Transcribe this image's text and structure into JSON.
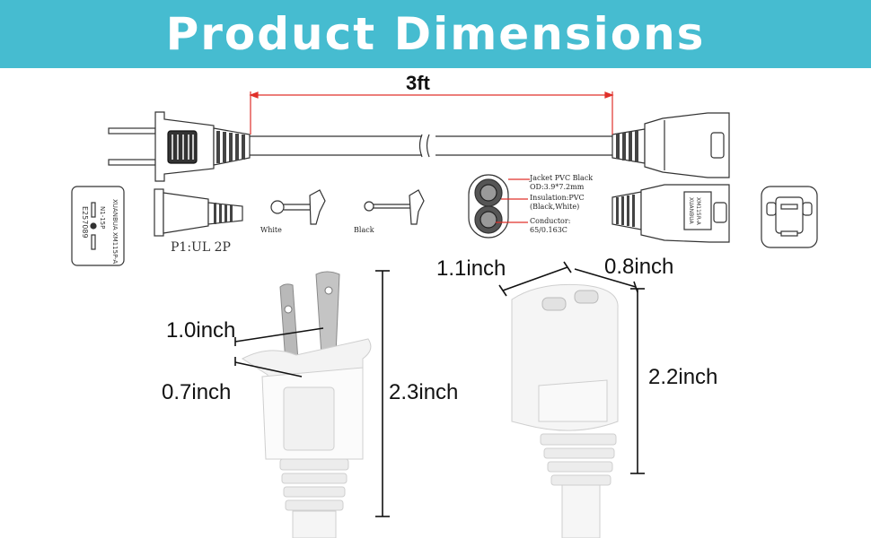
{
  "header": {
    "title": "Product Dimensions"
  },
  "cord_length": "3ft",
  "plug_type_label": "P1:UL 2P",
  "wire_labels": {
    "white": "White",
    "black": "Black"
  },
  "cable_spec": {
    "jacket": "Jacket PVC Black",
    "od": "OD:3.9*7.2mm",
    "insulation": "Insulation:PVC",
    "insulation_colors": "(Black,White)",
    "conductor": "Conductor:",
    "conductor_spec": "65/0.163C"
  },
  "plug_dimensions": {
    "prong_spacing": "1.0inch",
    "body_thickness": "0.7inch",
    "height": "2.3inch"
  },
  "connector_dimensions": {
    "width": "1.1inch",
    "depth": "0.8inch",
    "height": "2.2inch"
  },
  "accent_color": "#46bcd0"
}
